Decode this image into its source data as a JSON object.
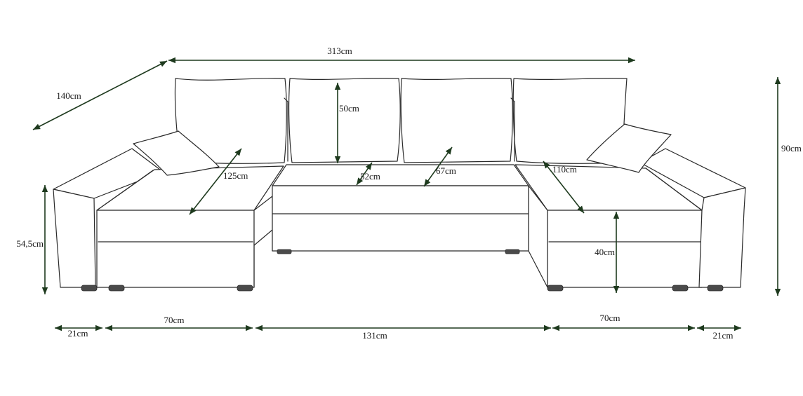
{
  "dimensions": {
    "total_width": "313cm",
    "depth": "140cm",
    "total_height": "90cm",
    "back_cushion_height": "50cm",
    "center_seat_depth": "52cm",
    "center_sleep_depth": "67cm",
    "left_chaise_length": "125cm",
    "right_chaise_length": "110cm",
    "arm_height": "54,5cm",
    "seat_height": "40cm",
    "left_armrest_width": "21cm",
    "left_chaise_width": "70cm",
    "center_width": "131cm",
    "right_chaise_width": "70cm",
    "right_armrest_width": "21cm"
  },
  "colors": {
    "outline": "#2a2a2a",
    "dimension_arrows": "#1e3a1e",
    "background": "#ffffff"
  }
}
